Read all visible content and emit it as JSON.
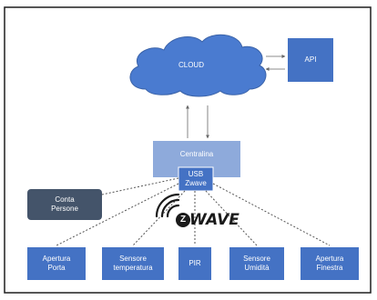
{
  "diagram": {
    "cloud_label": "CLOUD",
    "api_label": "API",
    "hub_label": "Centralina",
    "usb_label": "USB\nZwave",
    "people_counter_label": "Conta\nPersone",
    "zwave_logo_text": "WAVE",
    "zwave_logo_letter": "Z",
    "sensors": [
      {
        "label": "Apertura\nPorta"
      },
      {
        "label": "Sensore\ntemperatura"
      },
      {
        "label": "PIR"
      },
      {
        "label": "Sensore\nUmidità"
      },
      {
        "label": "Apertura\nFinestra"
      }
    ]
  },
  "colors": {
    "node_blue": "#4472c4",
    "cloud_blue": "#4a7bd0",
    "hub_light_blue": "#8eaadb",
    "people_counter_dark": "#44546a",
    "frame": "#1f1f1f"
  }
}
